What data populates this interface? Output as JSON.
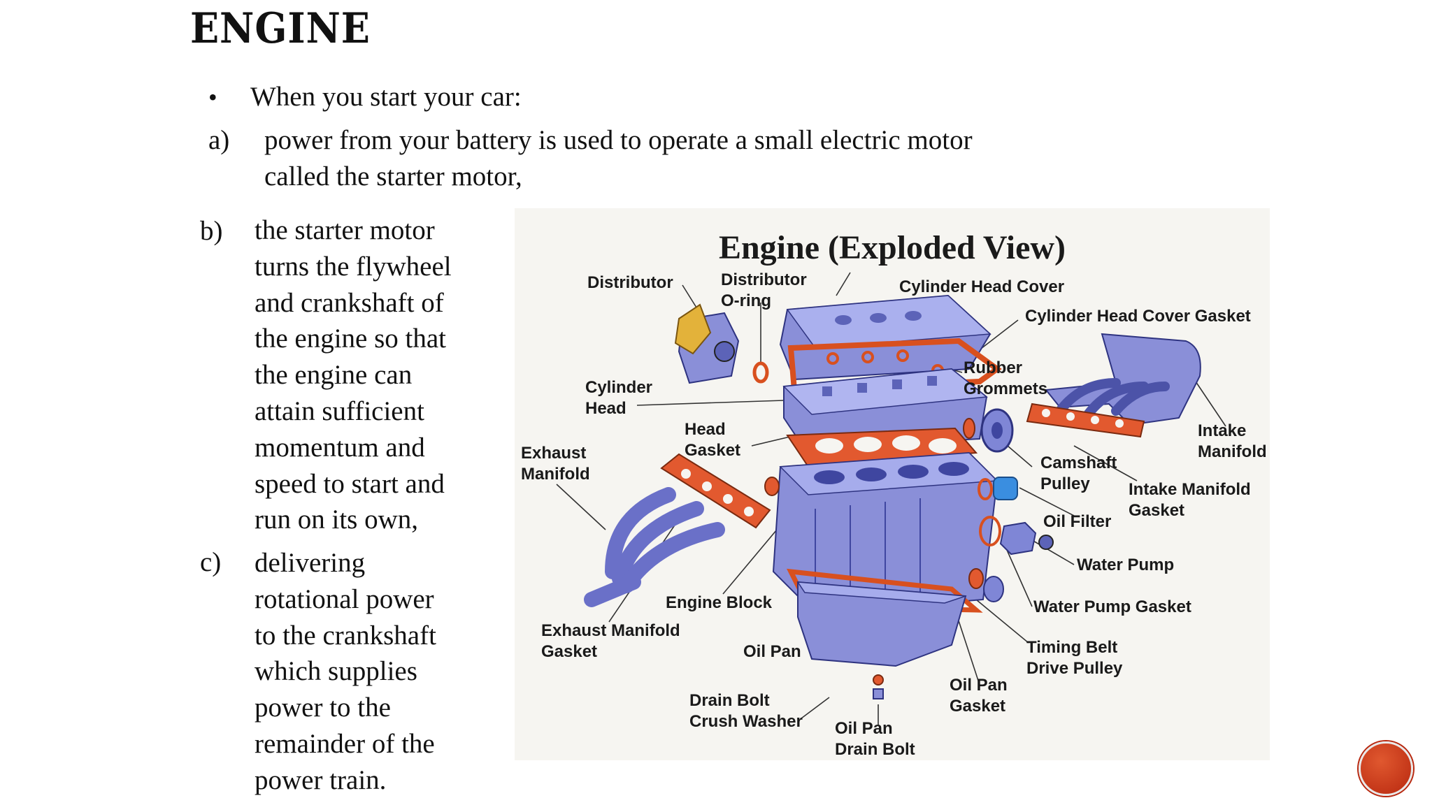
{
  "slide": {
    "title": "ENGINE",
    "bullet": "When you start your car:",
    "bullet_symbol": "•",
    "item_a": {
      "marker": "a)",
      "lines": [
        "power from your battery is used to operate  a small electric motor",
        "called the starter motor,"
      ]
    },
    "item_b": {
      "marker": "b)",
      "lines": [
        "the starter motor",
        "turns the flywheel",
        "and crankshaft of",
        "the engine so that",
        "the engine can",
        "attain sufficient",
        "momentum and",
        "speed to start and",
        "run on its own,"
      ]
    },
    "item_c": {
      "marker": "c)",
      "lines": [
        "delivering",
        "rotational power",
        "to the crankshaft",
        "which supplies",
        "power to the",
        "remainder of the",
        "power train."
      ]
    }
  },
  "diagram": {
    "title": "Engine (Exploded View)",
    "labels": {
      "distributor": "Distributor",
      "distributor_oring_1": "Distributor",
      "distributor_oring_2": "O-ring",
      "cylinder_head_cover": "Cylinder Head Cover",
      "cylinder_head_cover_gasket": "Cylinder Head Cover Gasket",
      "rubber_1": "Rubber",
      "rubber_2": "Grommets",
      "cylinder_head_1": "Cylinder",
      "cylinder_head_2": "Head",
      "head_gasket_1": "Head",
      "head_gasket_2": "Gasket",
      "exhaust_manifold_1": "Exhaust",
      "exhaust_manifold_2": "Manifold",
      "intake_manifold_1": "Intake",
      "intake_manifold_2": "Manifold",
      "camshaft_1": "Camshaft",
      "camshaft_2": "Pulley",
      "intake_gasket_1": "Intake Manifold",
      "intake_gasket_2": "Gasket",
      "oil_filter": "Oil Filter",
      "water_pump": "Water Pump",
      "water_pump_gasket": "Water Pump Gasket",
      "engine_block": "Engine Block",
      "exhaust_gasket_1": "Exhaust Manifold",
      "exhaust_gasket_2": "Gasket",
      "oil_pan": "Oil Pan",
      "timing_1": "Timing Belt",
      "timing_2": "Drive Pulley",
      "oil_pan_gasket_1": "Oil Pan",
      "oil_pan_gasket_2": "Gasket",
      "drain_bolt_washer_1": "Drain Bolt",
      "drain_bolt_washer_2": "Crush Washer",
      "oil_pan_drain_bolt_1": "Oil Pan",
      "oil_pan_drain_bolt_2": "Drain Bolt"
    },
    "colors": {
      "metal": "#7f86d6",
      "metal_dark": "#4c53a8",
      "gasket": "#e2592f",
      "text": "#1a1a1a",
      "background": "#f6f5f1"
    }
  },
  "nav": {
    "button_icon": "next-slide-icon",
    "button_color": "#c8331a"
  }
}
